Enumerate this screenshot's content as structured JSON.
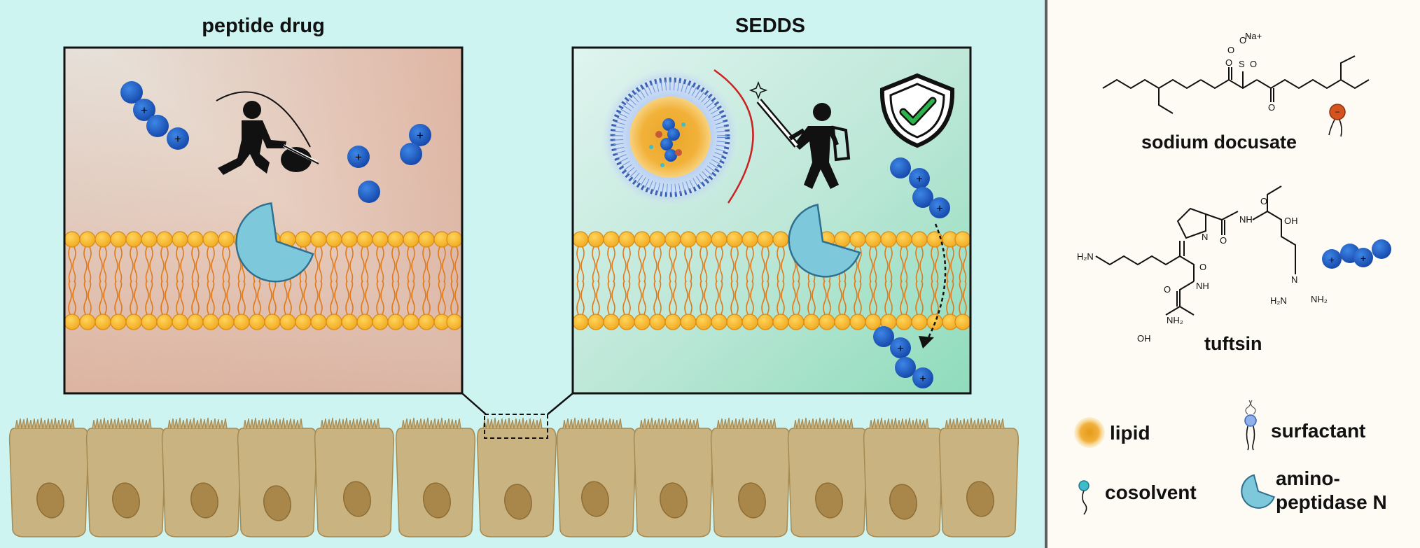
{
  "panels": {
    "left_title": "peptide drug",
    "right_title": "SEDDS"
  },
  "charges": {
    "plus": "+",
    "minus": "−"
  },
  "compounds": {
    "docusate": {
      "name": "sodium docusate",
      "counterion": "Na+",
      "sulfonate_o_minus": "O",
      "atom_s": "S",
      "atom_o": "O"
    },
    "tuftsin": {
      "name": "tuftsin",
      "h2n_left": "H₂N",
      "oh_acid": "OH",
      "o_acid": "O",
      "nh_label": "NH",
      "n_ring": "N",
      "o": "O",
      "nh2_lower": "NH₂",
      "oh_lower": "OH",
      "h2n_guan": "H₂N",
      "nh2_guan": "NH₂",
      "n_guan": "N"
    }
  },
  "legend": {
    "lipid": "lipid",
    "surfactant": "surfactant",
    "cosolvent": "cosolvent",
    "aminopeptidase_line1": "amino-",
    "aminopeptidase_line2": "peptidase N"
  },
  "colors": {
    "peptide": "#1f5fbf",
    "lipid_head": "#f5b731",
    "lipid_tail": "#e07a1a",
    "enzyme": "#7ec8dc",
    "cell": "#c8b381",
    "nucleus": "#a9874a",
    "shield_check": "#2db34a",
    "blade_line": "#cc2222"
  },
  "icons": [
    "knight-attacking-icon",
    "knight-defending-icon",
    "shield-check-icon",
    "sparkle-icon"
  ]
}
